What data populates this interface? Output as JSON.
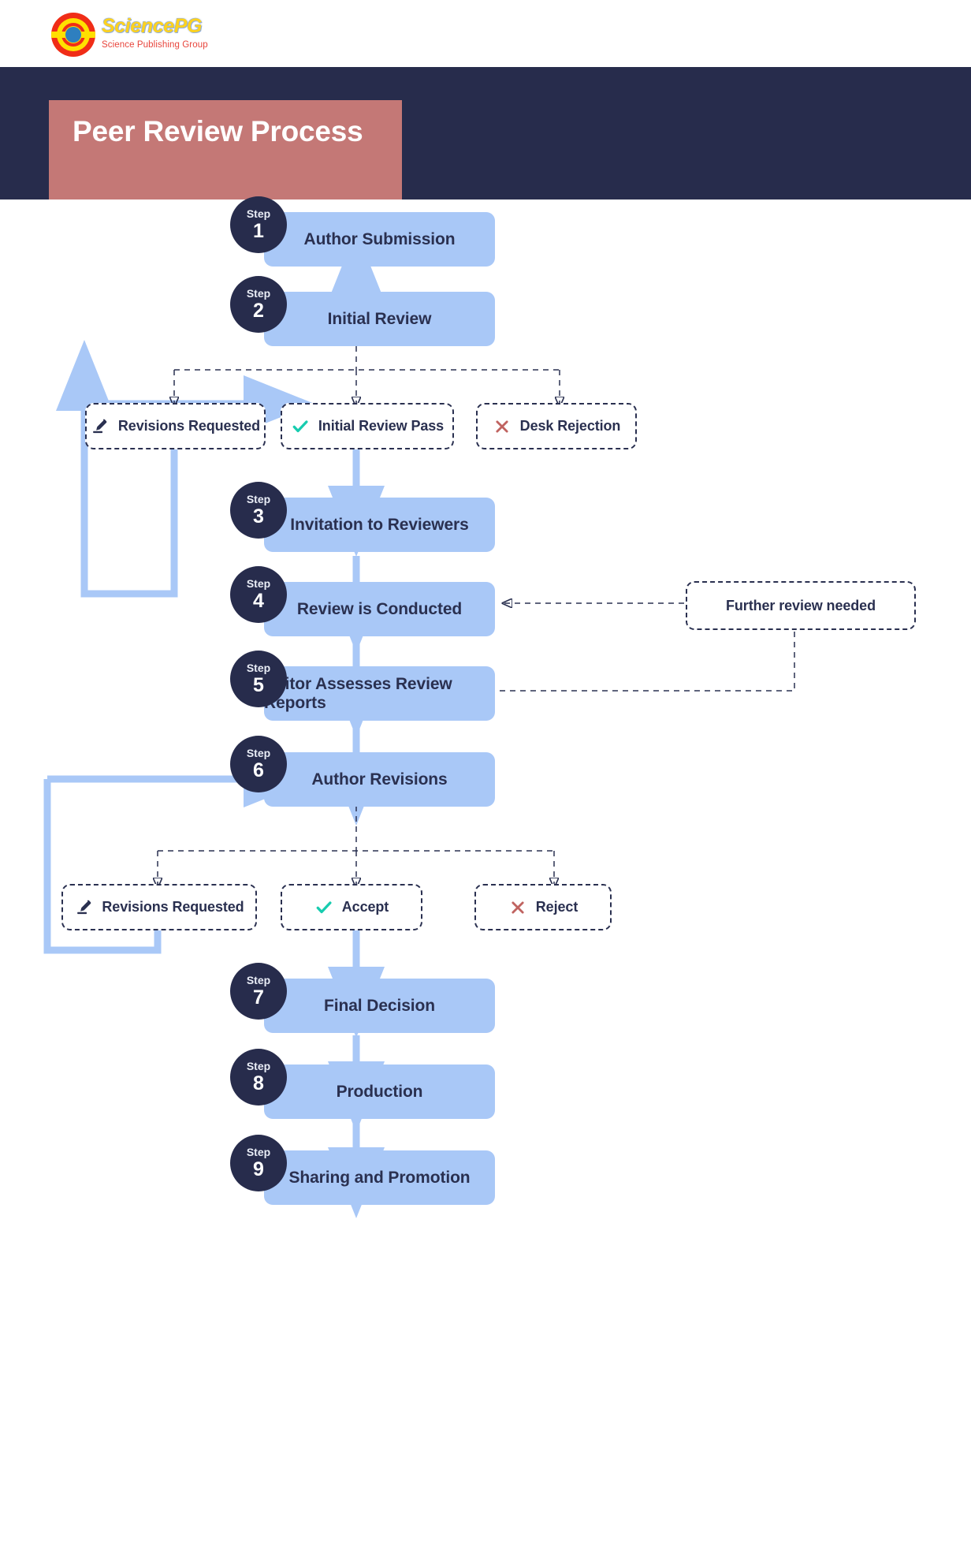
{
  "brand": {
    "name": "SciencePG",
    "tagline": "Science Publishing Group",
    "logo_icon": "sciencepg-circle-logo",
    "colors": {
      "yellow": "#FFD21E",
      "red": "#E8453C",
      "blue": "#2E7FBF"
    }
  },
  "header": {
    "title": "Peer Review Process",
    "band_color": "#272C4C",
    "title_box_color": "#C47876"
  },
  "theme": {
    "step_box_fill": "#A9C8F7",
    "badge_fill": "#272C4C",
    "text_dark": "#2A3050",
    "arrow_blue": "#A9C8F7",
    "check_teal": "#17CCAF",
    "cross_red": "#C06360"
  },
  "flow": {
    "step_label": "Step",
    "steps": [
      {
        "num": "1",
        "label": "Author Submission"
      },
      {
        "num": "2",
        "label": "Initial Review"
      },
      {
        "num": "3",
        "label": "Invitation to Reviewers"
      },
      {
        "num": "4",
        "label": "Review is Conducted"
      },
      {
        "num": "5",
        "label": "Editor Assesses Review Reports"
      },
      {
        "num": "6",
        "label": "Author Revisions"
      },
      {
        "num": "7",
        "label": "Final Decision"
      },
      {
        "num": "8",
        "label": "Production"
      },
      {
        "num": "9",
        "label": "Sharing and Promotion"
      }
    ],
    "decisions_row1": [
      {
        "label": "Revisions Requested",
        "icon": "pencil-icon"
      },
      {
        "label": "Initial Review Pass",
        "icon": "check-icon"
      },
      {
        "label": "Desk Rejection",
        "icon": "cross-icon"
      }
    ],
    "decisions_row2": [
      {
        "label": "Revisions Requested",
        "icon": "pencil-icon"
      },
      {
        "label": "Accept",
        "icon": "check-icon"
      },
      {
        "label": "Reject",
        "icon": "cross-icon"
      }
    ],
    "side_note": {
      "label": "Further review needed",
      "icon": "none"
    }
  }
}
